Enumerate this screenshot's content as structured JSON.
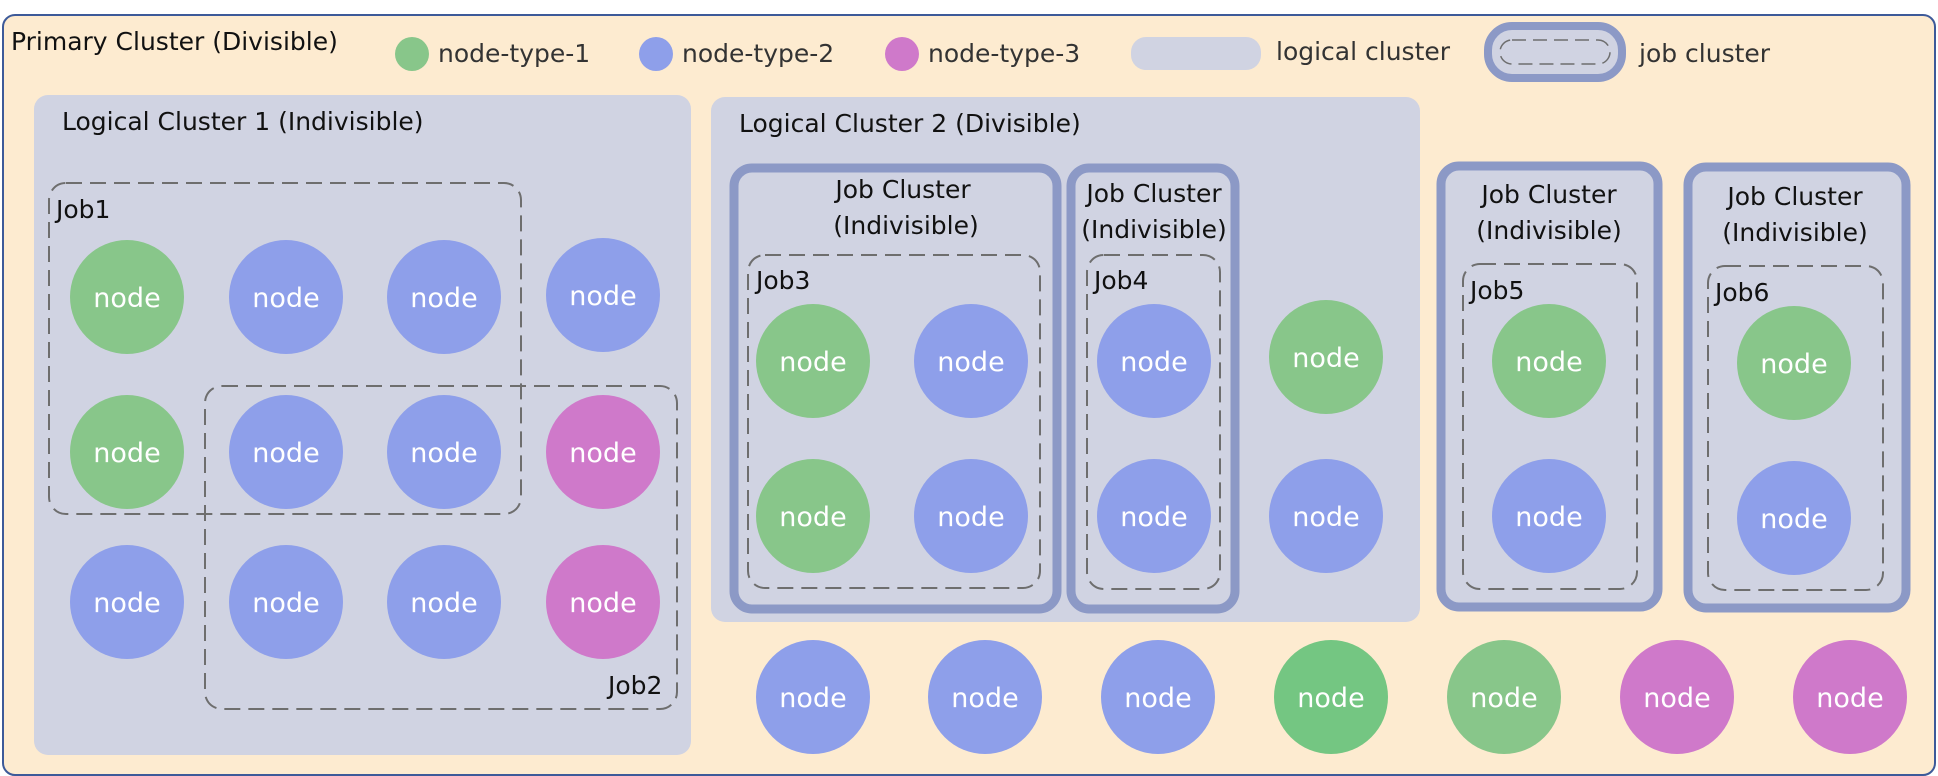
{
  "colors": {
    "background": "#FDEBD0",
    "primary_border": "#3D5A99",
    "logical_fill": "#D0D3E2",
    "job_cluster_border": "#8C99C6",
    "job_dash": "#6E6E6E",
    "node_text": "#ffffff",
    "type1": "#88C68A",
    "type1_alt": "#74C682",
    "type2": "#8E9FEA",
    "type3": "#CF79CA"
  },
  "primary": {
    "title": "Primary Cluster (Divisible)"
  },
  "legend": {
    "type1": "node-type-1",
    "type2": "node-type-2",
    "type3": "node-type-3",
    "logical": "logical cluster",
    "job": "job cluster"
  },
  "node_label": "node",
  "logical_clusters": [
    {
      "title": "Logical Cluster 1 (Indivisible)"
    },
    {
      "title": "Logical Cluster 2 (Divisible)"
    }
  ],
  "job_clusters": [
    {
      "title_line1": "Job Cluster",
      "title_line2": "(Indivisible)"
    },
    {
      "title_line1": "Job Cluster",
      "title_line2": "(Indivisible)"
    },
    {
      "title_line1": "Job Cluster",
      "title_line2": "(Indivisible)"
    },
    {
      "title_line1": "Job Cluster",
      "title_line2": "(Indivisible)"
    }
  ],
  "jobs": [
    "Job1",
    "Job2",
    "Job3",
    "Job4",
    "Job5",
    "Job6"
  ],
  "nodes": {
    "logical1": [
      "type1",
      "type2",
      "type2",
      "type2",
      "type1",
      "type2",
      "type2",
      "type3",
      "type2",
      "type2",
      "type2",
      "type3"
    ],
    "job_cluster1": [
      "type1",
      "type2",
      "type1",
      "type2"
    ],
    "job_cluster2": [
      "type2",
      "type2"
    ],
    "logical2_free": [
      "type1",
      "type2"
    ],
    "job_cluster3": [
      "type1",
      "type2"
    ],
    "job_cluster4": [
      "type1",
      "type2"
    ],
    "bottom_row": [
      "type2",
      "type2",
      "type2",
      "type1_alt",
      "type1",
      "type3",
      "type3"
    ]
  }
}
